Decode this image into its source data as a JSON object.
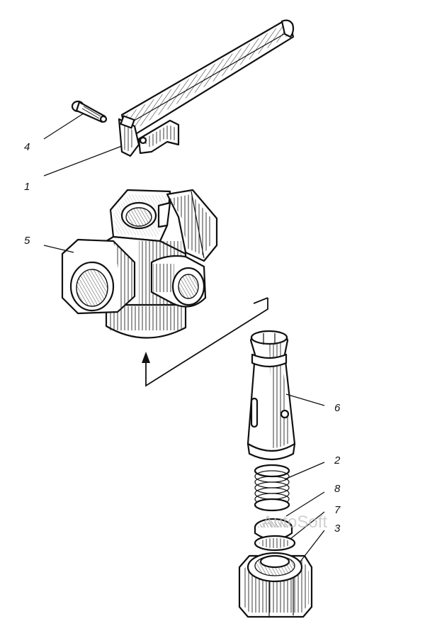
{
  "callouts": {
    "c1": "1",
    "c2": "2",
    "c3": "3",
    "c4": "4",
    "c5": "5",
    "c6": "6",
    "c7": "7",
    "c8": "8"
  },
  "watermark": "AutoSoft",
  "colors": {
    "ink": "#111111",
    "background": "#ffffff",
    "watermark": "#bdbdbd"
  }
}
